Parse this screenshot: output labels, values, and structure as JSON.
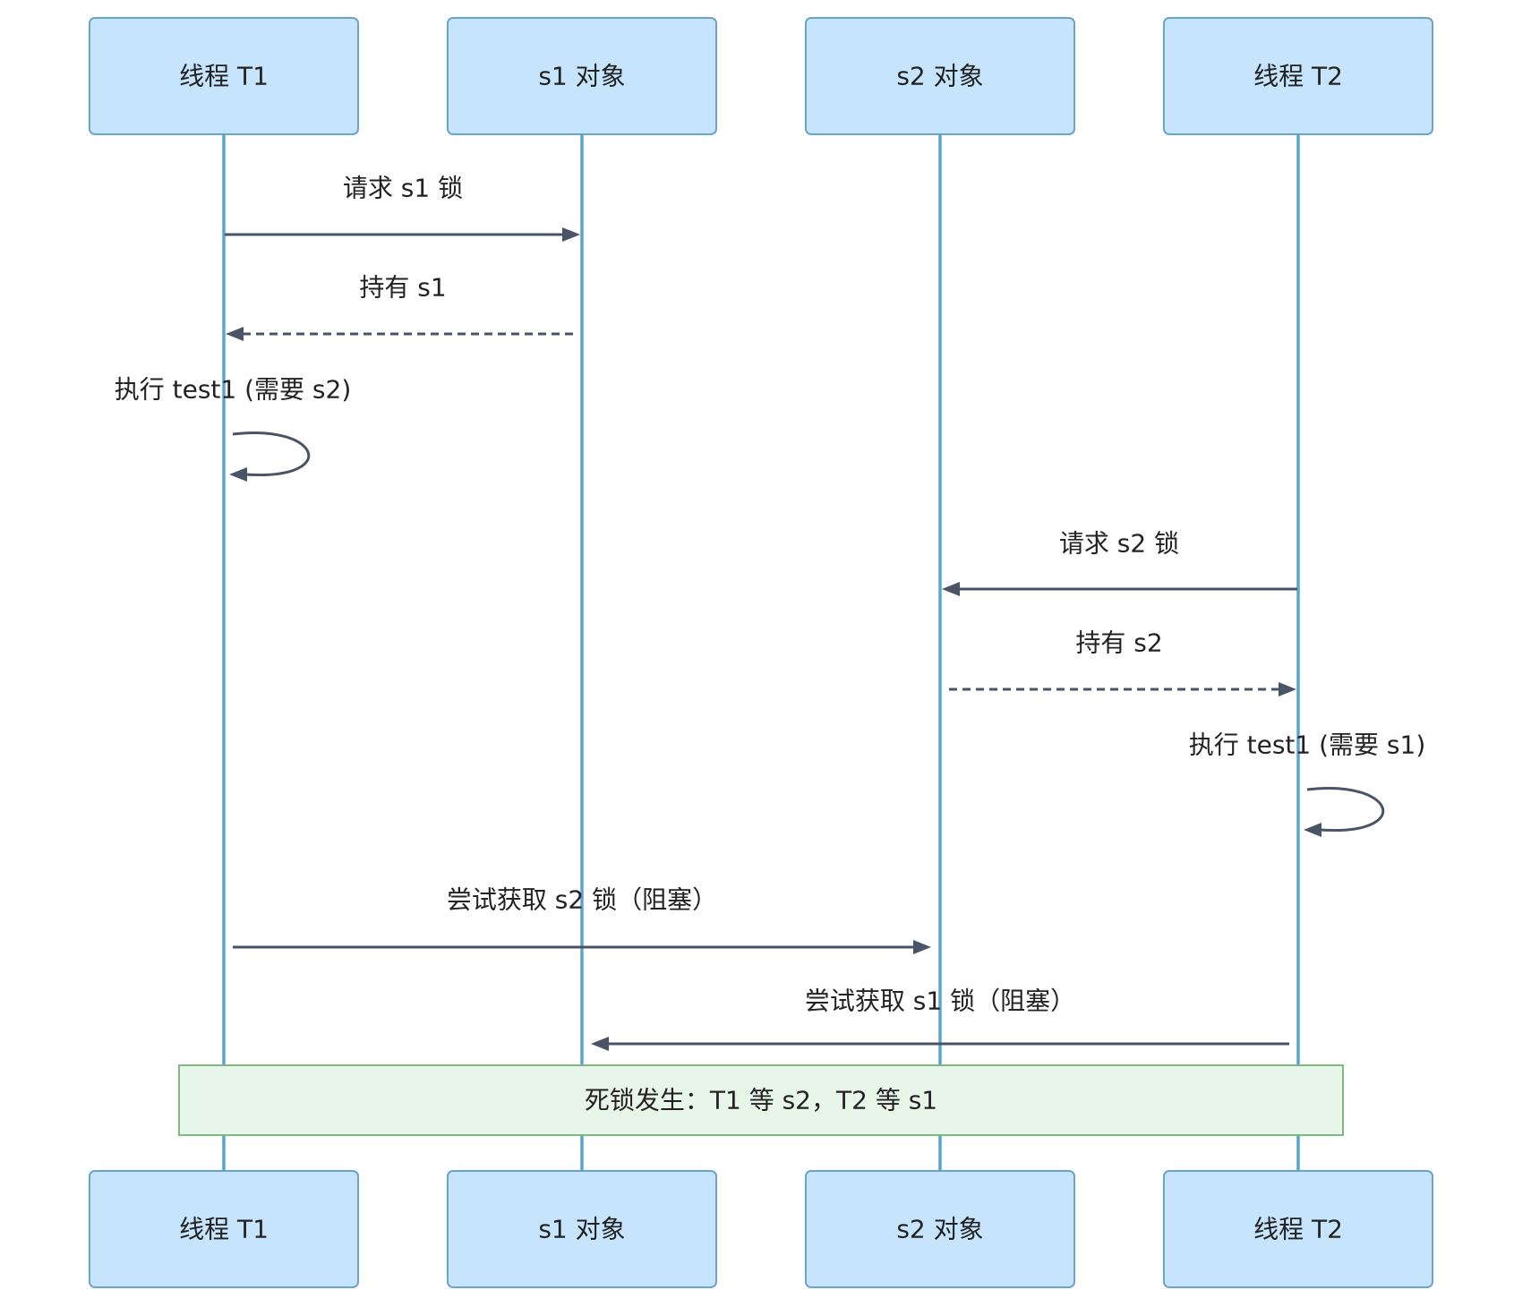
{
  "diagram": {
    "type": "sequence",
    "participants": [
      {
        "id": "T1",
        "label": "线程 T1"
      },
      {
        "id": "s1",
        "label": "s1 对象"
      },
      {
        "id": "s2",
        "label": "s2 对象"
      },
      {
        "id": "T2",
        "label": "线程 T2"
      }
    ],
    "messages": [
      {
        "from": "T1",
        "to": "s1",
        "label": "请求 s1 锁",
        "style": "solid"
      },
      {
        "from": "s1",
        "to": "T1",
        "label": "持有 s1",
        "style": "dashed"
      },
      {
        "from": "T1",
        "to": "T1",
        "label": "执行 test1 (需要 s2)",
        "style": "self"
      },
      {
        "from": "T2",
        "to": "s2",
        "label": "请求 s2 锁",
        "style": "solid"
      },
      {
        "from": "s2",
        "to": "T2",
        "label": "持有 s2",
        "style": "dashed"
      },
      {
        "from": "T2",
        "to": "T2",
        "label": "执行 test1 (需要 s1)",
        "style": "self"
      },
      {
        "from": "T1",
        "to": "s2",
        "label": "尝试获取 s2 锁（阻塞）",
        "style": "solid"
      },
      {
        "from": "T2",
        "to": "s1",
        "label": "尝试获取 s1 锁（阻塞）",
        "style": "solid"
      }
    ],
    "note": {
      "over": [
        "T1",
        "T2"
      ],
      "text": "死锁发生：T1 等 s2，T2 等 s1"
    },
    "colors": {
      "actor_fill": "#c6e4fc",
      "actor_border": "#6aa4c9",
      "lifeline": "#5da3cf",
      "arrow": "#4a5466",
      "note_fill": "#e8f5e9",
      "note_border": "#7dba7e"
    }
  }
}
